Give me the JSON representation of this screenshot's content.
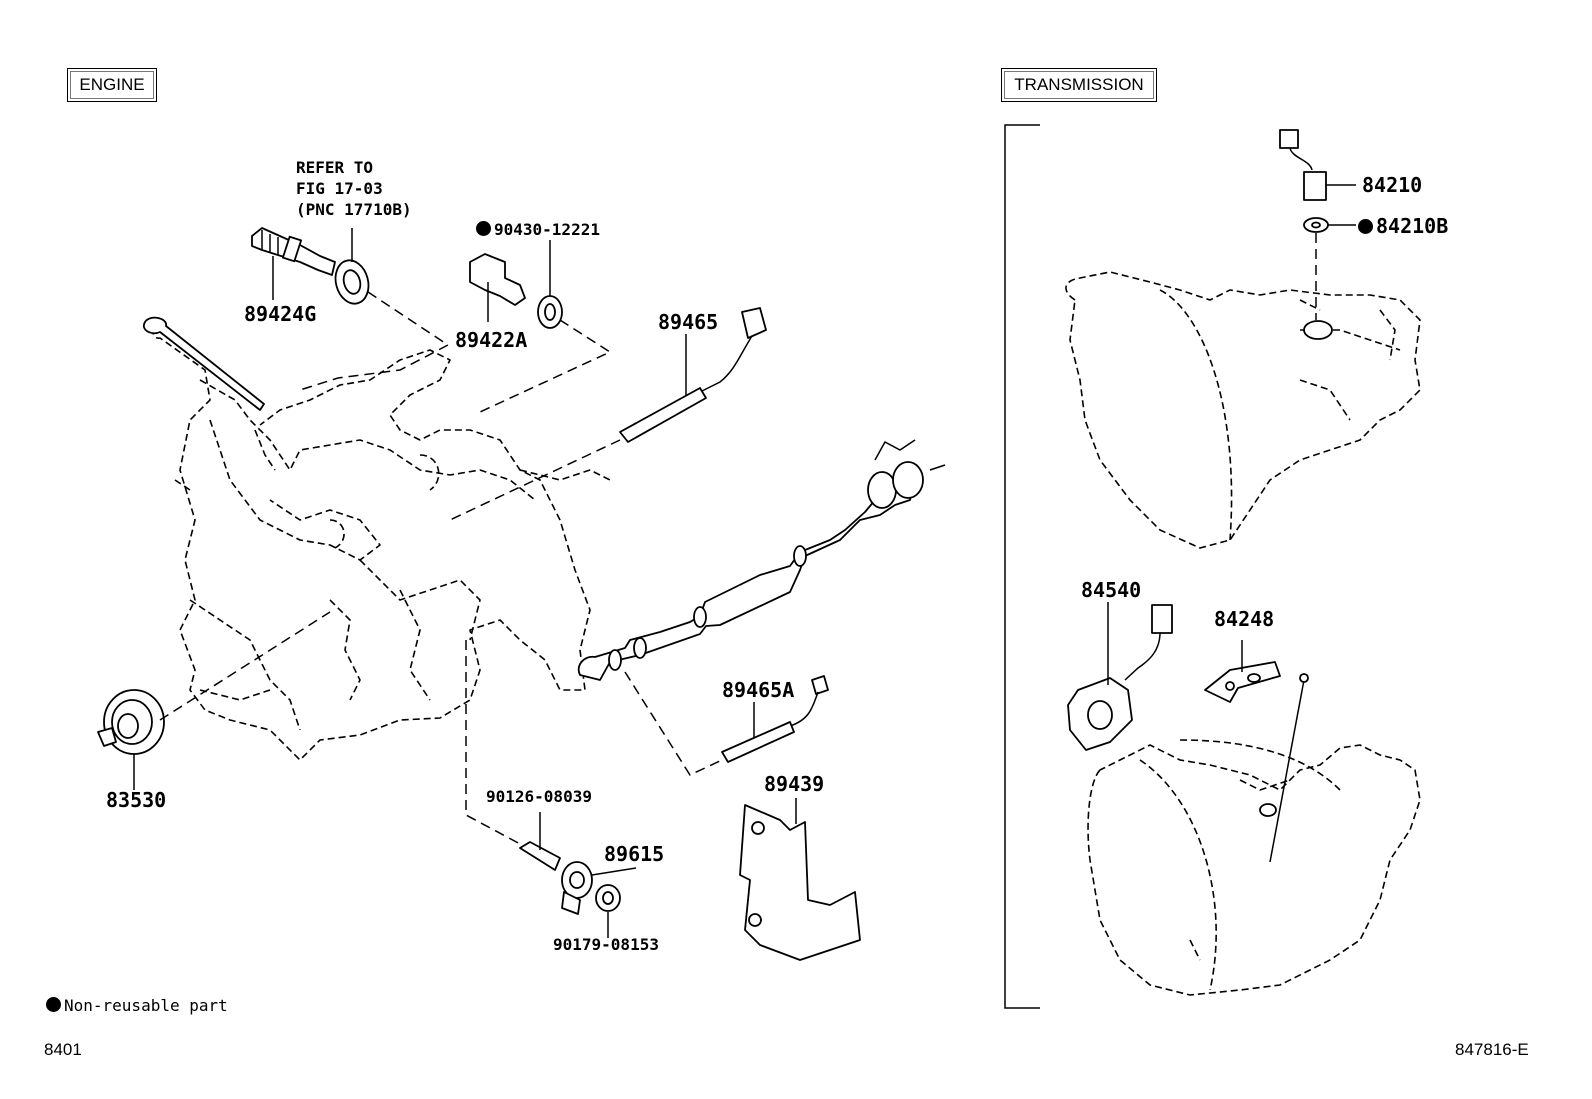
{
  "sections": {
    "engine": "ENGINE",
    "transmission": "TRANSMISSION"
  },
  "refer_note": {
    "line1": "REFER TO",
    "line2": "FIG 17-03",
    "line3": "(PNC 17710B)"
  },
  "parts": {
    "p89424G": "89424G",
    "p90430": "90430-12221",
    "p89422A": "89422A",
    "p89465": "89465",
    "p83530": "83530",
    "p89465A": "89465A",
    "p89439": "89439",
    "p90126": "90126-08039",
    "p89615": "89615",
    "p90179": "90179-08153",
    "p84210": "84210",
    "p84210B": "84210B",
    "p84540": "84540",
    "p84248": "84248"
  },
  "legend": {
    "non_reusable": "Non-reusable part"
  },
  "footer": {
    "fig_number": "8401",
    "illustration_id": "847816-E"
  }
}
